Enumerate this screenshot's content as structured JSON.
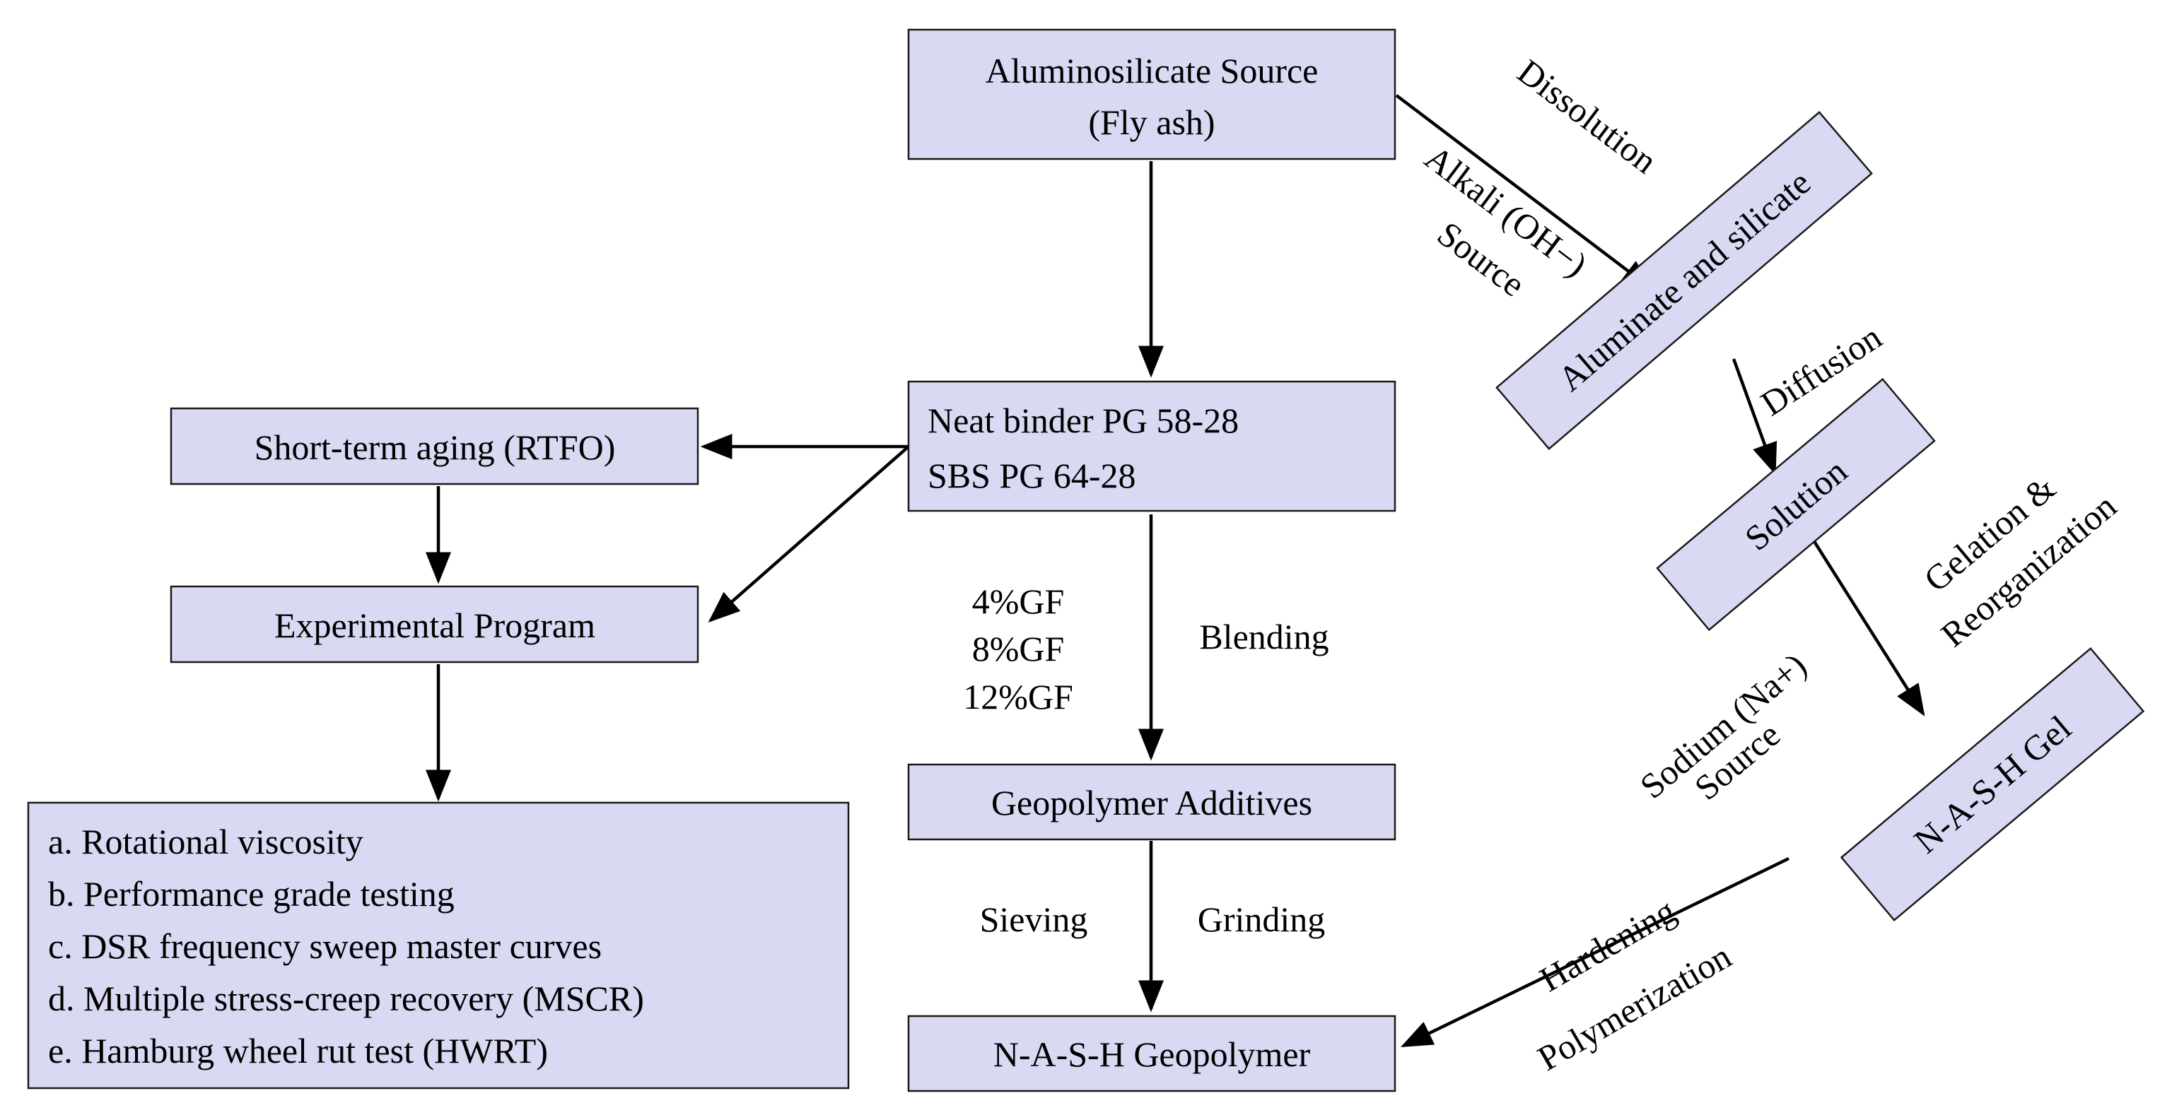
{
  "nodes": {
    "fly_ash": {
      "line1": "Aluminosilicate Source",
      "line2": "(Fly ash)"
    },
    "aluminate": {
      "label": "Aluminate and silicate"
    },
    "solution": {
      "label": "Solution"
    },
    "nash_gel": {
      "label": "N-A-S-H Gel"
    },
    "binder": {
      "line1": "Neat binder PG 58-28",
      "line2": "SBS PG 64-28"
    },
    "rtfo": {
      "label": "Short-term aging (RTFO)"
    },
    "experimental": {
      "label": "Experimental Program"
    },
    "tests": {
      "items": [
        "a. Rotational viscosity",
        "b. Performance grade testing",
        "c. DSR frequency sweep master curves",
        "d. Multiple stress-creep recovery (MSCR)",
        "e. Hamburg wheel rut test (HWRT)"
      ]
    },
    "additives": {
      "label": "Geopolymer Additives"
    },
    "nash_geopolymer": {
      "label": "N-A-S-H Geopolymer"
    }
  },
  "edge_labels": {
    "dissolution": "Dissolution",
    "alkali_1": "Alkali (OH−)",
    "alkali_2": "Source",
    "diffusion": "Diffusion",
    "gelation_1": "Gelation &",
    "gelation_2": "Reorganization",
    "sodium_1": "Sodium (Na+)",
    "sodium_2": "Source",
    "hardening": "Hardening",
    "polymerization": "Polymerization",
    "gf_4": "4%GF",
    "gf_8": "8%GF",
    "gf_12": "12%GF",
    "blending": "Blending",
    "sieving": "Sieving",
    "grinding": "Grinding"
  },
  "colors": {
    "box_fill": "#d9d9f3",
    "stroke": "#000000"
  }
}
